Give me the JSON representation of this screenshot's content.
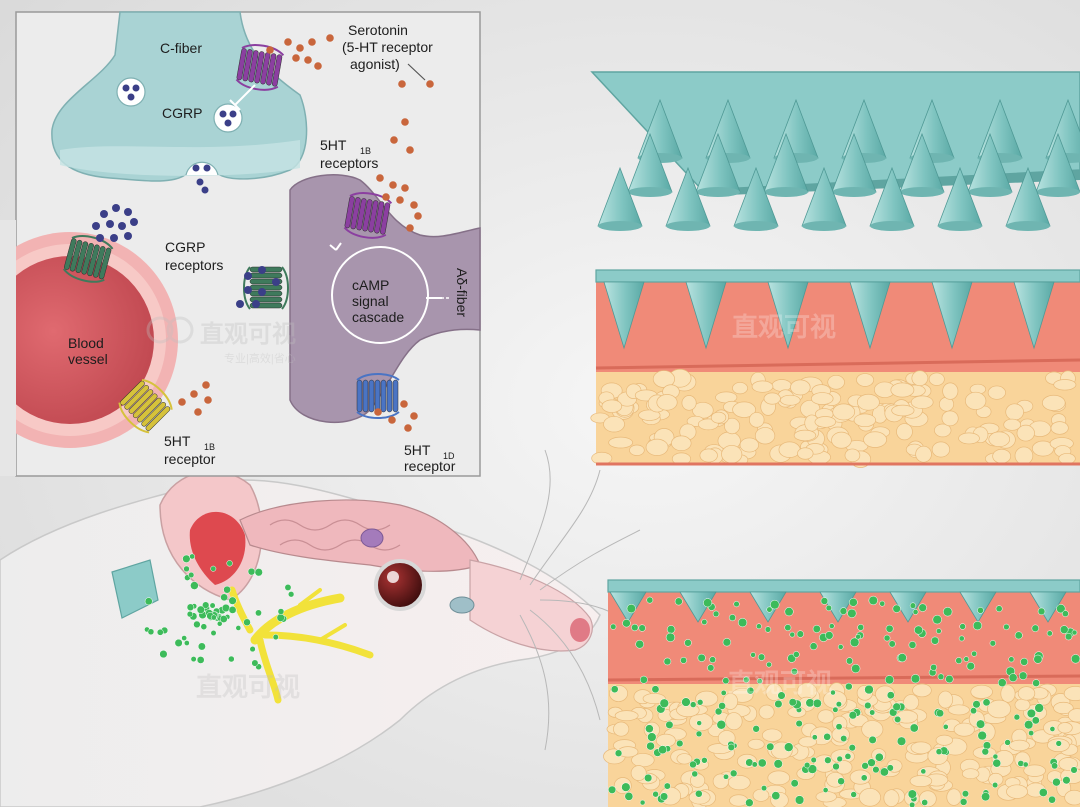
{
  "inset": {
    "c_fiber": "C-fiber",
    "cgrp": "CGRP",
    "serotonin": [
      "Serotonin",
      "(5-HT receptor",
      "agonist)"
    ],
    "r5ht1b_top": {
      "main": "5HT",
      "sub": "1B",
      "line2": "receptors"
    },
    "cgrp_receptors": [
      "CGRP",
      "receptors"
    ],
    "camp": [
      "cAMP",
      "signal",
      "cascade"
    ],
    "adelta": "Aδ-fiber",
    "blood_vessel": [
      "Blood",
      "vessel"
    ],
    "r5ht1b_bottom": {
      "main": "5HT",
      "sub": "1B",
      "line2": "receptor"
    },
    "r5ht1d": {
      "main": "5HT",
      "sub": "1D",
      "line2": "receptor"
    }
  },
  "watermark": {
    "brand": "直观可视",
    "tagline": "专业|高效|省心"
  },
  "colors": {
    "patch": "#8ccbc8",
    "tissue": "#f08a78",
    "fat": "#f9d49a",
    "drug": "#3dbb5a",
    "receptor_purple": "#8b3fa0",
    "receptor_green": "#3f7a5c",
    "receptor_yellow": "#d6c23b",
    "receptor_blue": "#4a74c4",
    "cgrp_dot": "#3b3f88",
    "serotonin_dot": "#c9663c"
  }
}
